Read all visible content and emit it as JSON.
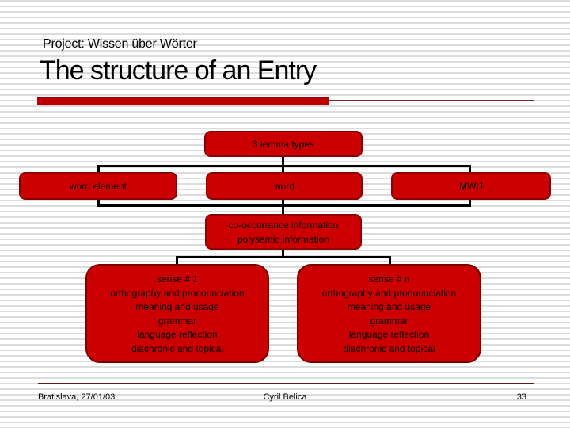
{
  "header": {
    "project_line": "Project: Wissen über Wörter",
    "title": "The structure of an Entry"
  },
  "diagram": {
    "root": {
      "label": "3 lemma types"
    },
    "lemma_types": [
      {
        "label": "word element"
      },
      {
        "label": "word"
      },
      {
        "label": "MWU"
      }
    ],
    "info": {
      "line1": "co-occurrance information",
      "line2": "polysemic information"
    },
    "senses": [
      {
        "title": "sense # 1",
        "items": [
          "orthography and pronounciation",
          "meaning and usage",
          "grammar",
          "language reflection",
          "diachronic and topical"
        ]
      },
      {
        "title": "sense # n",
        "items": [
          "orthography and pronounciation",
          "meaning and usage",
          "grammar",
          "language reflection",
          "diachronic and topical"
        ]
      }
    ]
  },
  "footer": {
    "location_date": "Bratislava, 27/01/03",
    "author": "Cyril Belica",
    "page_number": "33"
  },
  "colors": {
    "node_fill": "#cc0000",
    "node_border": "#8b0000",
    "connector": "#000000",
    "title_rule_thick": "#c00000",
    "title_rule_thin": "#7f2a2a",
    "footer_rule": "#6b1a1a",
    "background_stripe": "#dcdcdc"
  }
}
